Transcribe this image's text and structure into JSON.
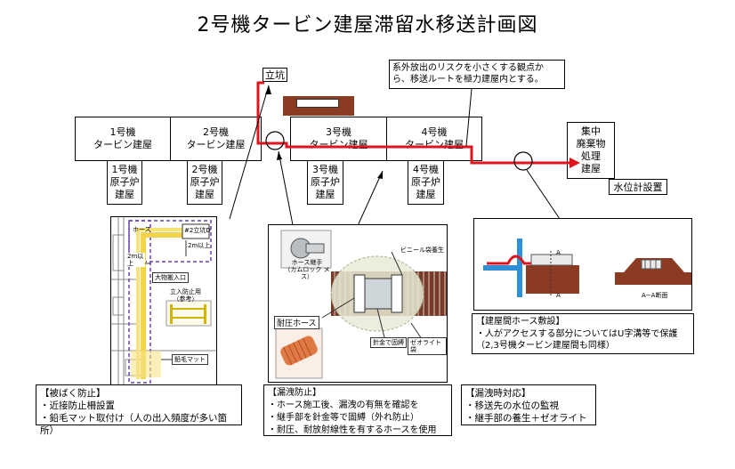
{
  "title": "2号機タービン建屋滞留水移送計画図",
  "buildings": {
    "u1_turbine": "1号機\nタービン建屋",
    "u2_turbine": "2号機\nタービン建屋",
    "u3_turbine": "3号機\nタービン建屋",
    "u4_turbine": "4号機\nタービン建屋",
    "u1_reactor": "1号機\n原子炉\n建屋",
    "u2_reactor": "2号機\n原子炉\n建屋",
    "u3_reactor": "3号機\n原子炉\n建屋",
    "u4_reactor": "4号機\n原子炉\n建屋",
    "waste": "集中\n廃棄物\n処理\n建屋"
  },
  "labels": {
    "shaft": "立坑",
    "water_level": "水位計設置",
    "route_note": "系外放出のリスクを小さくする観点か\nら、移送ルートを極力建屋内とする。"
  },
  "left_inset": {
    "hose": "ホース",
    "shaft_d": "#2立坑D",
    "dim1": "2m以上",
    "dim2": "2m以上",
    "entrance": "大物搬入口",
    "fence": "立入防止用\n（参考）",
    "mat": "鉛毛マット"
  },
  "center_inset": {
    "coupling": "ホース継手\n（カムロック メス）",
    "vinyl": "ビニール袋養生",
    "hose": "耐圧ホース",
    "wire": "針金で固縛",
    "zeolite": "ゼオライト袋"
  },
  "right_inset": {
    "a1": "A",
    "a2": "A",
    "section": "A−A断面"
  },
  "notes": {
    "exposure": "【被ばく防止】\n・近接防止柵設置\n・鉛毛マット取付け（人の出入頻度が多い箇所）",
    "leak_prevent": "【漏洩防止】\n・ホース施工後、漏洩の有無を確認を\n・継手部を針金等で固縛（外れ防止）\n・耐圧、耐放射線性を有するホースを使用",
    "leak_response": "【漏洩時対応】\n・移送先の水位の監視\n・継手部の養生＋ゼオライト",
    "hose_laying": "【建屋間ホース敷設】\n・人がアクセスする部分についてはU字溝等で保護\n（2,3号機タービン建屋間も同様）"
  },
  "colors": {
    "pipe": "#e0141e",
    "dashed": "#6a3fb5",
    "brown": "#8a3b22",
    "blue": "#2f8fd6"
  }
}
